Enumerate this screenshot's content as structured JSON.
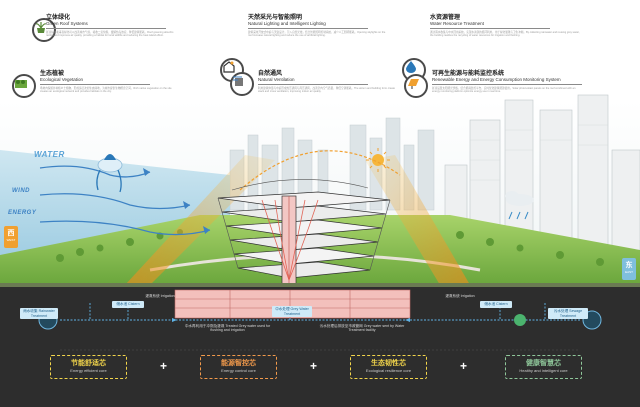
{
  "features": [
    {
      "id": "green-roof",
      "cn": "立体绿化",
      "en": "Green Roof Systems",
      "icon": "plant-pot-icon",
      "body": "屋顶绿化和垂直绿化可以改善城市气候，吸收二氧化碳，缓解热岛效应，降低建筑能耗。Roof greening absorbs rainfall and improves air quality, providing a habitat for local wildlife and reducing the heat island effect."
    },
    {
      "id": "natural-lighting",
      "cn": "天然采光与智能照明",
      "en": "Natural Lighting and Intelligent Lighting",
      "icon": "daylight-house-icon",
      "body": "建筑采用开放式中庭与天窗设计，引入自然光线，结合智能照明控制系统，减少人工照明能耗。Opening skylights on the roof increase natural lighting and reduce the use of artificial lighting."
    },
    {
      "id": "water-resource",
      "cn": "水资源管理",
      "en": "Water Resource Treatment",
      "icon": "water-drop-icon",
      "body": "通过雨水收集与中水回用系统，实现水资源的循环利用，用于绿化灌溉与卫生冲厕。By collecting rainwater and reusing grey water, the building realizes the recycling of water resources for irrigation and flushing."
    },
    {
      "id": "ecological-vegetation",
      "cn": "生态植被",
      "en": "Ecological Vegetation",
      "icon": "vegetation-icon",
      "body": "场地内保留并种植乡土植物，形成多层次的生态绿地，为城市提供生物栖息空间。Rich native vegetation on the site creates an ecological network and provides habitats in the city."
    },
    {
      "id": "natural-ventilation",
      "cn": "自然通风",
      "en": "Natural Ventilation",
      "icon": "wind-building-icon",
      "body": "利用建筑体量与中庭形成热压通风与风压通风，改善室内空气质量，降低空调能耗。The atrium and building form create stack and cross ventilation, improving indoor air quality."
    },
    {
      "id": "renewable-energy",
      "cn": "可再生能源与能耗监控系统",
      "en": "Renewable Energy and Energy Consumption Monitoring System",
      "icon": "solar-panel-icon",
      "body": "屋顶设置太阳能光伏板，结合能耗监控平台，实时优化建筑能源使用。Solar photovoltaic panels on the roof combined with an energy monitoring platform optimize energy use in real time."
    }
  ],
  "labels": {
    "water": "WATER",
    "wind": "WIND",
    "energy": "ENERGY",
    "west_cn": "西",
    "west_en": "WEST",
    "east_cn": "东",
    "east_en": "EAST"
  },
  "underground": {
    "left_tank": "雨水收集 Rainwater Treatment",
    "left_cistern": "储水池 Cistern",
    "left_irrigation": "灌溉系统 Irrigation",
    "treated_grey": "中水再利用于冲厕及灌溉 Treated Grey water used for flushing and irrigation",
    "grey_water": "中水处理 Grey Water Treatment",
    "sewage": "污水处理后排放至市政管网 Grey water sent by Water Treatment facility",
    "right_irrigation": "灌溉系统 Irrigation",
    "right_cistern": "储水池 Cistern",
    "right_tank": "污水处理 Sewage Treatment"
  },
  "cores": [
    {
      "cn": "节能舒适芯",
      "en": "Energy efficient core",
      "color": "#f2d54b"
    },
    {
      "cn": "能源智控芯",
      "en": "Energy control core",
      "color": "#f29a4b"
    },
    {
      "cn": "生态韧性芯",
      "en": "Ecological resilience core",
      "color": "#f2d54b"
    },
    {
      "cn": "健康智慧芯",
      "en": "Healthy and intelligent core",
      "color": "#8fc79a"
    }
  ],
  "plus": "+",
  "colors": {
    "sky": "#ffffff",
    "river": "#b9dceb",
    "grass": "#8ec44f",
    "soil": "#2e2e2e",
    "building_pink": "#f3b8b5",
    "accent_orange": "#f0a030",
    "water_blue": "#2a78b8"
  }
}
